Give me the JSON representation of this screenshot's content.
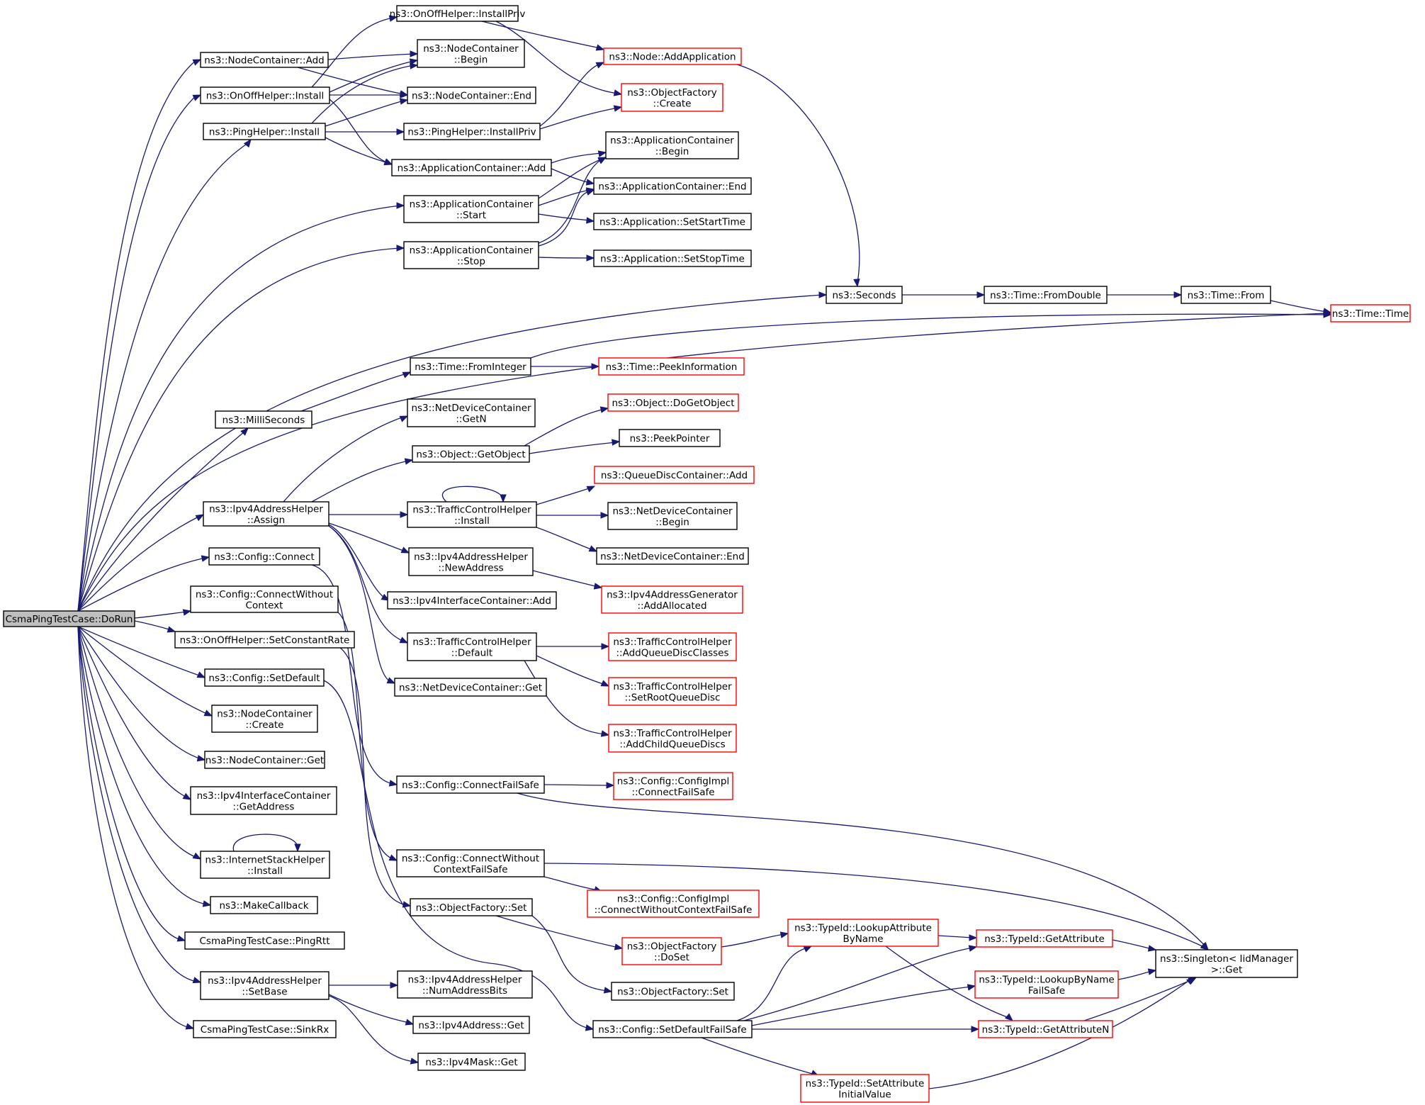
{
  "colors": {
    "edge": "#191970",
    "root_fill": "#bfbfbf",
    "node_border": "#000000",
    "truncated_border": "#ff0000",
    "node_fill": "#ffffff"
  },
  "nodes": [
    {
      "id": "root",
      "lines": [
        "CsmaPingTestCase::DoRun"
      ],
      "style": "root"
    },
    {
      "id": "nc_add",
      "lines": [
        "ns3::NodeContainer::Add"
      ],
      "style": "normal"
    },
    {
      "id": "onoff_install",
      "lines": [
        "ns3::OnOffHelper::Install"
      ],
      "style": "normal"
    },
    {
      "id": "ping_install",
      "lines": [
        "ns3::PingHelper::Install"
      ],
      "style": "normal"
    },
    {
      "id": "onoff_installpriv",
      "lines": [
        "ns3::OnOffHelper::InstallPriv"
      ],
      "style": "normal"
    },
    {
      "id": "nc_begin",
      "lines": [
        "ns3::NodeContainer",
        "::Begin"
      ],
      "style": "normal"
    },
    {
      "id": "nc_end",
      "lines": [
        "ns3::NodeContainer::End"
      ],
      "style": "normal"
    },
    {
      "id": "ping_installpriv",
      "lines": [
        "ns3::PingHelper::InstallPriv"
      ],
      "style": "normal"
    },
    {
      "id": "ac_add",
      "lines": [
        "ns3::ApplicationContainer::Add"
      ],
      "style": "normal"
    },
    {
      "id": "ac_start",
      "lines": [
        "ns3::ApplicationContainer",
        "::Start"
      ],
      "style": "normal"
    },
    {
      "id": "ac_stop",
      "lines": [
        "ns3::ApplicationContainer",
        "::Stop"
      ],
      "style": "normal"
    },
    {
      "id": "node_addapp",
      "lines": [
        "ns3::Node::AddApplication"
      ],
      "style": "truncated"
    },
    {
      "id": "of_create",
      "lines": [
        "ns3::ObjectFactory",
        "::Create"
      ],
      "style": "truncated"
    },
    {
      "id": "ac_begin",
      "lines": [
        "ns3::ApplicationContainer",
        "::Begin"
      ],
      "style": "normal"
    },
    {
      "id": "ac_end",
      "lines": [
        "ns3::ApplicationContainer::End"
      ],
      "style": "normal"
    },
    {
      "id": "app_setstart",
      "lines": [
        "ns3::Application::SetStartTime"
      ],
      "style": "normal"
    },
    {
      "id": "app_setstop",
      "lines": [
        "ns3::Application::SetStopTime"
      ],
      "style": "normal"
    },
    {
      "id": "seconds",
      "lines": [
        "ns3::Seconds"
      ],
      "style": "normal"
    },
    {
      "id": "time_fromdouble",
      "lines": [
        "ns3::Time::FromDouble"
      ],
      "style": "normal"
    },
    {
      "id": "time_from",
      "lines": [
        "ns3::Time::From"
      ],
      "style": "normal"
    },
    {
      "id": "time_time",
      "lines": [
        "ns3::Time::Time"
      ],
      "style": "truncated"
    },
    {
      "id": "milliseconds",
      "lines": [
        "ns3::MilliSeconds"
      ],
      "style": "normal"
    },
    {
      "id": "time_frominteger",
      "lines": [
        "ns3::Time::FromInteger"
      ],
      "style": "normal"
    },
    {
      "id": "time_peekinfo",
      "lines": [
        "ns3::Time::PeekInformation"
      ],
      "style": "truncated"
    },
    {
      "id": "ndc_getn",
      "lines": [
        "ns3::NetDeviceContainer",
        "::GetN"
      ],
      "style": "normal"
    },
    {
      "id": "obj_getobject",
      "lines": [
        "ns3::Object::GetObject"
      ],
      "style": "normal"
    },
    {
      "id": "obj_dogetobject",
      "lines": [
        "ns3::Object::DoGetObject"
      ],
      "style": "truncated"
    },
    {
      "id": "peekpointer",
      "lines": [
        "ns3::PeekPointer"
      ],
      "style": "normal"
    },
    {
      "id": "ipv4ah_assign",
      "lines": [
        "ns3::Ipv4AddressHelper",
        "::Assign"
      ],
      "style": "normal"
    },
    {
      "id": "tch_install",
      "lines": [
        "ns3::TrafficControlHelper",
        "::Install"
      ],
      "style": "normal"
    },
    {
      "id": "qdc_add",
      "lines": [
        "ns3::QueueDiscContainer::Add"
      ],
      "style": "truncated"
    },
    {
      "id": "ndc_begin",
      "lines": [
        "ns3::NetDeviceContainer",
        "::Begin"
      ],
      "style": "normal"
    },
    {
      "id": "ndc_end",
      "lines": [
        "ns3::NetDeviceContainer::End"
      ],
      "style": "normal"
    },
    {
      "id": "ipv4ah_newaddr",
      "lines": [
        "ns3::Ipv4AddressHelper",
        "::NewAddress"
      ],
      "style": "normal"
    },
    {
      "id": "ipv4ag_addalloc",
      "lines": [
        "ns3::Ipv4AddressGenerator",
        "::AddAllocated"
      ],
      "style": "truncated"
    },
    {
      "id": "ipv4ic_add",
      "lines": [
        "ns3::Ipv4InterfaceContainer::Add"
      ],
      "style": "normal"
    },
    {
      "id": "tch_default",
      "lines": [
        "ns3::TrafficControlHelper",
        "::Default"
      ],
      "style": "normal"
    },
    {
      "id": "tch_addqdclasses",
      "lines": [
        "ns3::TrafficControlHelper",
        "::AddQueueDiscClasses"
      ],
      "style": "truncated"
    },
    {
      "id": "tch_setroot",
      "lines": [
        "ns3::TrafficControlHelper",
        "::SetRootQueueDisc"
      ],
      "style": "truncated"
    },
    {
      "id": "tch_addchild",
      "lines": [
        "ns3::TrafficControlHelper",
        "::AddChildQueueDiscs"
      ],
      "style": "truncated"
    },
    {
      "id": "ndc_get",
      "lines": [
        "ns3::NetDeviceContainer::Get"
      ],
      "style": "normal"
    },
    {
      "id": "cfg_connect",
      "lines": [
        "ns3::Config::Connect"
      ],
      "style": "normal"
    },
    {
      "id": "cfg_connwoctx",
      "lines": [
        "ns3::Config::ConnectWithout",
        "Context"
      ],
      "style": "normal"
    },
    {
      "id": "onoff_setrate",
      "lines": [
        "ns3::OnOffHelper::SetConstantRate"
      ],
      "style": "normal"
    },
    {
      "id": "cfg_setdefault",
      "lines": [
        "ns3::Config::SetDefault"
      ],
      "style": "normal"
    },
    {
      "id": "nc_create",
      "lines": [
        "ns3::NodeContainer",
        "::Create"
      ],
      "style": "normal"
    },
    {
      "id": "nc_get",
      "lines": [
        "ns3::NodeContainer::Get"
      ],
      "style": "normal"
    },
    {
      "id": "ipv4ic_getaddr",
      "lines": [
        "ns3::Ipv4InterfaceContainer",
        "::GetAddress"
      ],
      "style": "normal"
    },
    {
      "id": "ish_install",
      "lines": [
        "ns3::InternetStackHelper",
        "::Install"
      ],
      "style": "normal"
    },
    {
      "id": "makecallback",
      "lines": [
        "ns3::MakeCallback"
      ],
      "style": "normal"
    },
    {
      "id": "pingrtt",
      "lines": [
        "CsmaPingTestCase::PingRtt"
      ],
      "style": "normal"
    },
    {
      "id": "ipv4ah_setbase",
      "lines": [
        "ns3::Ipv4AddressHelper",
        "::SetBase"
      ],
      "style": "normal"
    },
    {
      "id": "sinkrx",
      "lines": [
        "CsmaPingTestCase::SinkRx"
      ],
      "style": "normal"
    },
    {
      "id": "cfg_connfs",
      "lines": [
        "ns3::Config::ConnectFailSafe"
      ],
      "style": "normal"
    },
    {
      "id": "cfgimpl_connfs",
      "lines": [
        "ns3::Config::ConfigImpl",
        "::ConnectFailSafe"
      ],
      "style": "truncated"
    },
    {
      "id": "cfg_connwoctxfs",
      "lines": [
        "ns3::Config::ConnectWithout",
        "ContextFailSafe"
      ],
      "style": "normal"
    },
    {
      "id": "cfgimpl_connwoctxfs",
      "lines": [
        "ns3::Config::ConfigImpl",
        "::ConnectWithoutContextFailSafe"
      ],
      "style": "truncated"
    },
    {
      "id": "of_set",
      "lines": [
        "ns3::ObjectFactory::Set"
      ],
      "style": "normal"
    },
    {
      "id": "of_doset",
      "lines": [
        "ns3::ObjectFactory",
        "::DoSet"
      ],
      "style": "truncated"
    },
    {
      "id": "of_set2",
      "lines": [
        "ns3::ObjectFactory::Set"
      ],
      "style": "normal"
    },
    {
      "id": "cfg_setdefaultfs",
      "lines": [
        "ns3::Config::SetDefaultFailSafe"
      ],
      "style": "normal"
    },
    {
      "id": "tid_lookupattr",
      "lines": [
        "ns3::TypeId::LookupAttribute",
        "ByName"
      ],
      "style": "truncated"
    },
    {
      "id": "tid_getattr",
      "lines": [
        "ns3::TypeId::GetAttribute"
      ],
      "style": "truncated"
    },
    {
      "id": "tid_lookupfs",
      "lines": [
        "ns3::TypeId::LookupByName",
        "FailSafe"
      ],
      "style": "truncated"
    },
    {
      "id": "tid_getattrn",
      "lines": [
        "ns3::TypeId::GetAttributeN"
      ],
      "style": "truncated"
    },
    {
      "id": "tid_setattrinit",
      "lines": [
        "ns3::TypeId::SetAttribute",
        "InitialValue"
      ],
      "style": "truncated"
    },
    {
      "id": "singleton_get",
      "lines": [
        "ns3::Singleton< IidManager",
        " >::Get"
      ],
      "style": "normal"
    },
    {
      "id": "ipv4ah_numbits",
      "lines": [
        "ns3::Ipv4AddressHelper",
        "::NumAddressBits"
      ],
      "style": "normal"
    },
    {
      "id": "ipv4addr_get",
      "lines": [
        "ns3::Ipv4Address::Get"
      ],
      "style": "normal"
    },
    {
      "id": "ipv4mask_get",
      "lines": [
        "ns3::Ipv4Mask::Get"
      ],
      "style": "normal"
    }
  ]
}
